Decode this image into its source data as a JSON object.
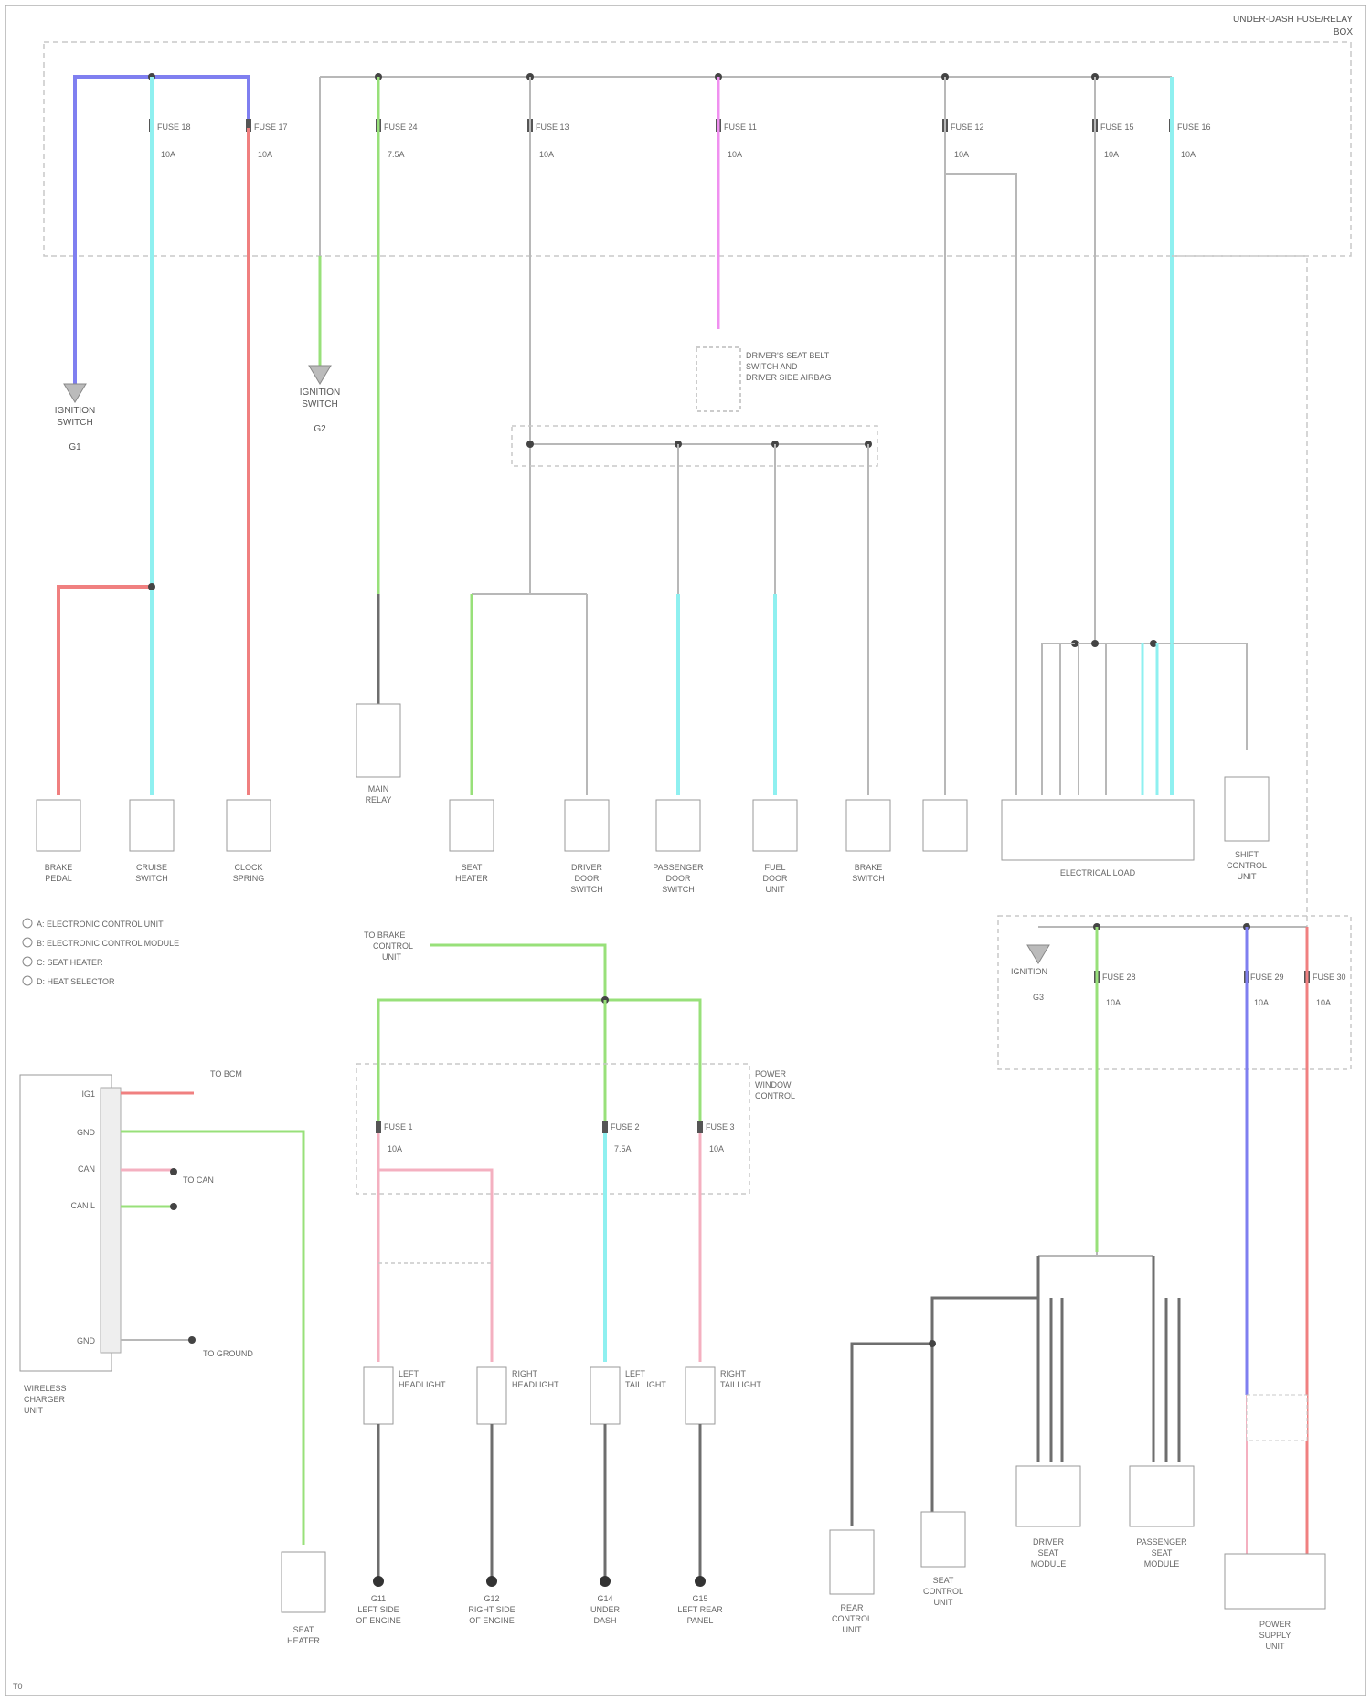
{
  "colors": {
    "wire_gray": "#b8b8b8",
    "wire_dark": "#6e6e6e",
    "wire_blue": "#7f7ff0",
    "wire_cyan": "#8ff0f0",
    "wire_red": "#f08080",
    "wire_green": "#98e07a",
    "wire_magenta": "#f090f0",
    "wire_pink": "#f4b0c0",
    "dashed_box": "#c8c8c8",
    "component_fill": "#ffffff",
    "component_stroke": "#9a9a9a",
    "text": "#555555"
  },
  "header": {
    "line1": "UNDER-DASH FUSE/RELAY",
    "line2": "BOX"
  },
  "fuses": [
    {
      "label": "FUSE 18",
      "rating": "10A"
    },
    {
      "label": "FUSE 17",
      "rating": "10A"
    },
    {
      "label": "FUSE 24",
      "rating": "7.5A"
    },
    {
      "label": "FUSE 13",
      "rating": "10A"
    },
    {
      "label": "FUSE 11",
      "rating": "10A"
    },
    {
      "label": "FUSE 12",
      "rating": "10A"
    },
    {
      "label": "FUSE 15",
      "rating": "10A"
    },
    {
      "label": "FUSE 16",
      "rating": "10A"
    }
  ],
  "grounds": [
    {
      "line1": "IGNITION",
      "line2": "SWITCH",
      "num": "G1"
    },
    {
      "line1": "IGNITION",
      "line2": "SWITCH",
      "num": "G2"
    }
  ],
  "components": [
    {
      "line1": "BRAKE",
      "line2": "PEDAL",
      "line3": "",
      "line4": ""
    },
    {
      "line1": "CRUISE",
      "line2": "SWITCH",
      "line3": "",
      "line4": ""
    },
    {
      "line1": "CLOCK",
      "line2": "SPRING",
      "line3": "",
      "line4": ""
    },
    {
      "line1": "MAIN",
      "line2": "RELAY",
      "line3": "",
      "line4": ""
    },
    {
      "line1": "SEAT",
      "line2": "HEATER",
      "line3": "",
      "line4": ""
    },
    {
      "line1": "DRIVER",
      "line2": "DOOR",
      "line3": "SWITCH",
      "line4": ""
    },
    {
      "line1": "PASSENGER",
      "line2": "DOOR",
      "line3": "SWITCH",
      "line4": ""
    },
    {
      "line1": "FUEL",
      "line2": "DOOR",
      "line3": "UNIT",
      "line4": ""
    },
    {
      "line1": "BRAKE",
      "line2": "SWITCH",
      "line3": "",
      "line4": ""
    },
    {
      "line1": "ELECTRICAL LOAD",
      "line2": "",
      "line3": "",
      "line4": ""
    },
    {
      "line1": "SHIFT",
      "line2": "CONTROL",
      "line3": "UNIT",
      "line4": ""
    }
  ],
  "relay_box": {
    "line1": "DRIVER'S SEAT BELT",
    "line2": "SWITCH AND",
    "line3": "DRIVER SIDE AIRBAG"
  },
  "legend": [
    "A: ELECTRONIC CONTROL UNIT",
    "B: ELECTRONIC CONTROL MODULE",
    "C: SEAT HEATER",
    "D: HEAT SELECTOR"
  ],
  "mid_box": {
    "tag_line1": "TO BRAKE",
    "tag_line2": "CONTROL",
    "tag_line3": "UNIT",
    "side_line1": "POWER",
    "side_line2": "WINDOW",
    "side_line3": "CONTROL",
    "fuses": [
      {
        "label": "FUSE 1",
        "rating": "10A"
      },
      {
        "label": "FUSE 2",
        "rating": "7.5A"
      },
      {
        "label": "FUSE 3",
        "rating": "10A"
      }
    ]
  },
  "lights": [
    {
      "line1": "LEFT",
      "line2": "HEADLIGHT",
      "line3": ""
    },
    {
      "line1": "RIGHT",
      "line2": "HEADLIGHT",
      "line3": ""
    },
    {
      "line1": "LEFT",
      "line2": "TAILLIGHT",
      "line3": ""
    },
    {
      "line1": "RIGHT",
      "line2": "TAILLIGHT",
      "line3": ""
    }
  ],
  "ground_points": [
    {
      "line1": "G11",
      "line2": "LEFT SIDE",
      "line3": "OF ENGINE"
    },
    {
      "line1": "G12",
      "line2": "RIGHT SIDE",
      "line3": "OF ENGINE"
    },
    {
      "line1": "G14",
      "line2": "UNDER",
      "line3": "DASH"
    },
    {
      "line1": "G15",
      "line2": "LEFT REAR",
      "line3": "PANEL"
    }
  ],
  "left_panel": {
    "title_line1": "WIRELESS",
    "title_line2": "CHARGER",
    "title_line3": "UNIT",
    "pins": [
      "IG1",
      "GND",
      "CAN",
      "CAN L",
      "GND"
    ],
    "tag1": "TO BCM",
    "tag2": "TO CAN",
    "tag3": "TO GROUND",
    "bottom_line1": "SEAT",
    "bottom_line2": "HEATER"
  },
  "right_box": {
    "ground_label": "IGNITION",
    "ground_num": "G3",
    "fuses": [
      {
        "label": "FUSE 28",
        "rating": "10A"
      },
      {
        "label": "FUSE 29",
        "rating": "10A"
      },
      {
        "label": "FUSE 30",
        "rating": "10A"
      }
    ]
  },
  "right_components": [
    {
      "line1": "REAR",
      "line2": "CONTROL",
      "line3": "UNIT"
    },
    {
      "line1": "SEAT",
      "line2": "CONTROL",
      "line3": "UNIT"
    },
    {
      "line1": "DRIVER",
      "line2": "SEAT",
      "line3": "MODULE"
    },
    {
      "line1": "PASSENGER",
      "line2": "SEAT",
      "line3": "MODULE"
    },
    {
      "line1": "POWER",
      "line2": "SUPPLY",
      "line3": "UNIT"
    }
  ],
  "footer_code": "T0"
}
